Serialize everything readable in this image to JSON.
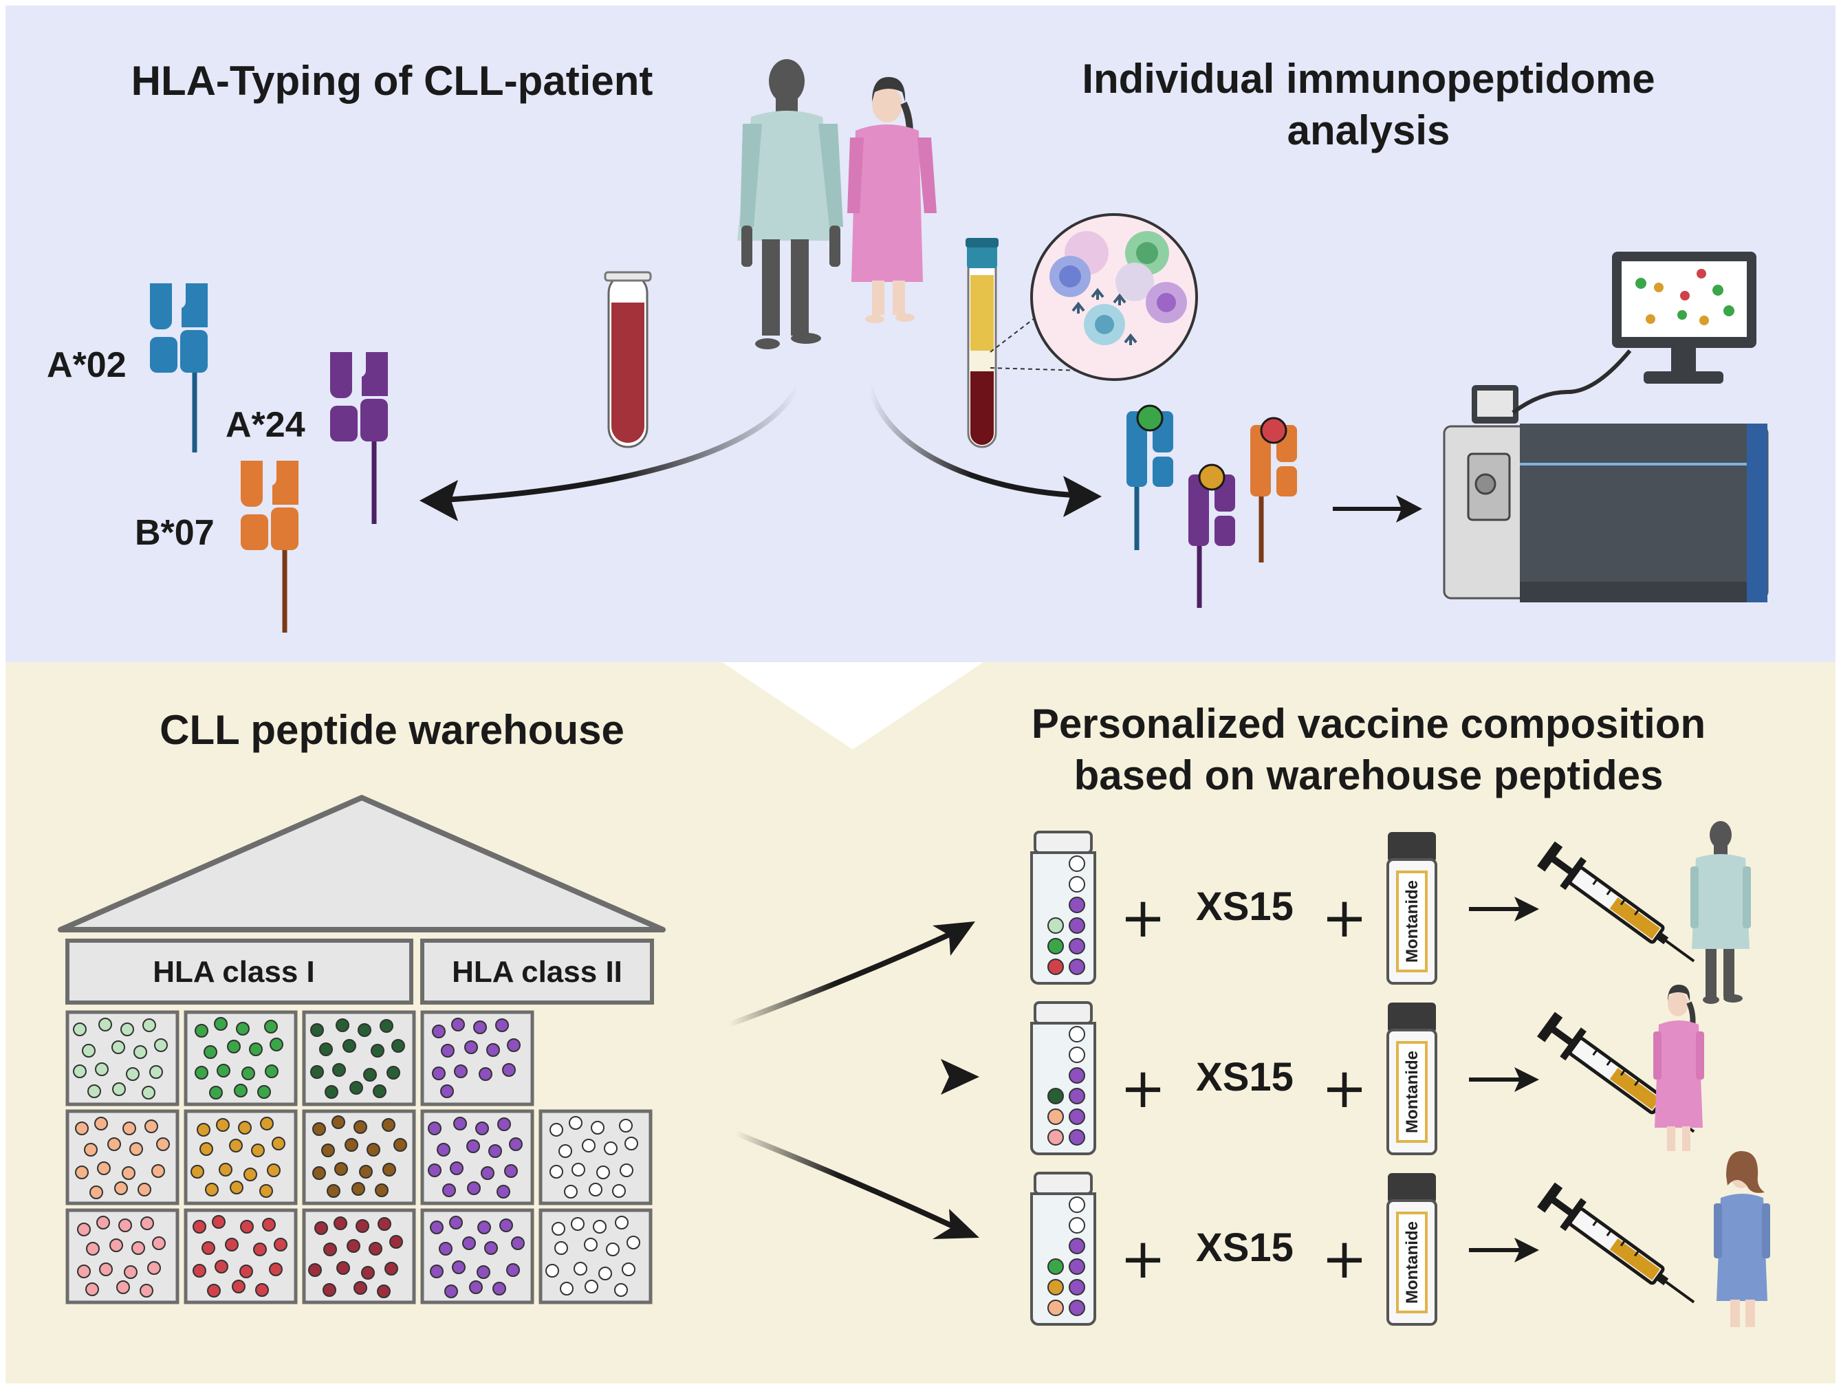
{
  "top_panel": {
    "left_title": "HLA-Typing of CLL-patient",
    "right_title_line1": "Individual immunopeptidome",
    "right_title_line2": "analysis",
    "alleles": [
      {
        "label": "A*02",
        "color": "#2a7fb5"
      },
      {
        "label": "A*24",
        "color": "#6d3589"
      },
      {
        "label": "B*07",
        "color": "#de7a34"
      }
    ]
  },
  "bottom_left": {
    "title": "CLL peptide warehouse",
    "class1_label": "HLA class I",
    "class2_label": "HLA class II"
  },
  "bottom_right": {
    "title_line1": "Personalized vaccine composition",
    "title_line2": "based on warehouse peptides",
    "adjuvant": "XS15",
    "plus": "+",
    "montanide": "Montanide"
  },
  "colors": {
    "top_bg": "#e4e8f8",
    "bottom_bg": "#f6f1dc",
    "green_light": "#bfe3c0",
    "green": "#3aa648",
    "green_dark": "#285e33",
    "orange_light": "#f5b38c",
    "orange": "#d99d2b",
    "orange_dark": "#8a5a1e",
    "red_light": "#f3a5aa",
    "red": "#cf4249",
    "red_dark": "#9c2e3c",
    "purple": "#8d50be"
  }
}
